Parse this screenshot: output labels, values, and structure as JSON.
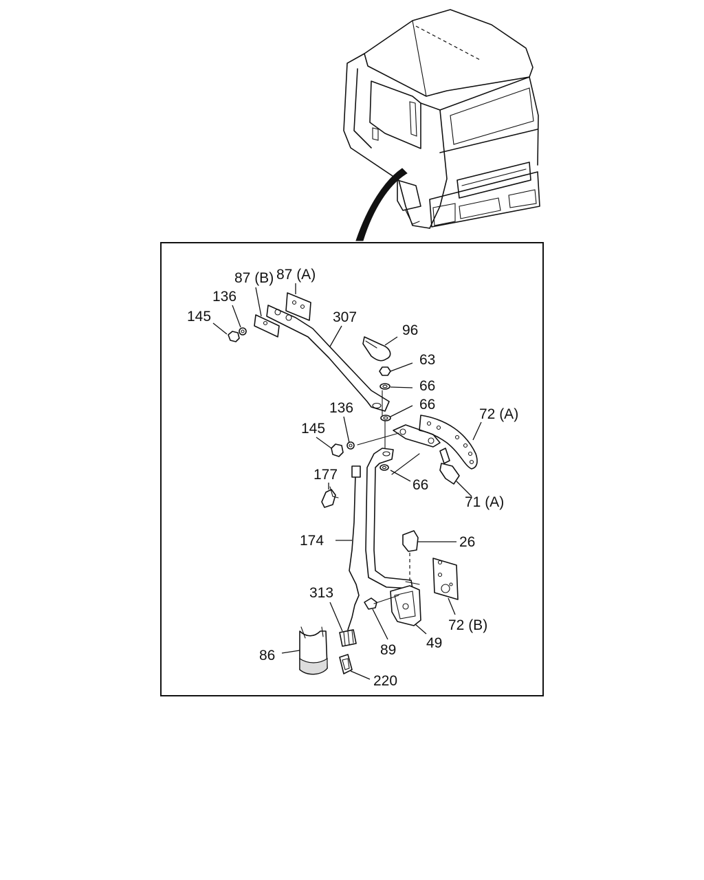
{
  "callouts": [
    {
      "id": "c-87a",
      "text": "87 (A)"
    },
    {
      "id": "c-87b",
      "text": "87 (B)"
    },
    {
      "id": "c-136-top",
      "text": "136"
    },
    {
      "id": "c-145-top",
      "text": "145"
    },
    {
      "id": "c-307",
      "text": "307"
    },
    {
      "id": "c-96",
      "text": "96"
    },
    {
      "id": "c-63",
      "text": "63"
    },
    {
      "id": "c-66-a",
      "text": "66"
    },
    {
      "id": "c-66-b",
      "text": "66"
    },
    {
      "id": "c-136-mid",
      "text": "136"
    },
    {
      "id": "c-72a",
      "text": "72 (A)"
    },
    {
      "id": "c-145-mid",
      "text": "145"
    },
    {
      "id": "c-177",
      "text": "177"
    },
    {
      "id": "c-66-c",
      "text": "66"
    },
    {
      "id": "c-71a",
      "text": "71 (A)"
    },
    {
      "id": "c-174",
      "text": "174"
    },
    {
      "id": "c-26",
      "text": "26"
    },
    {
      "id": "c-313",
      "text": "313"
    },
    {
      "id": "c-72b",
      "text": "72 (B)"
    },
    {
      "id": "c-86",
      "text": "86"
    },
    {
      "id": "c-89",
      "text": "89"
    },
    {
      "id": "c-49",
      "text": "49"
    },
    {
      "id": "c-220",
      "text": "220"
    }
  ]
}
